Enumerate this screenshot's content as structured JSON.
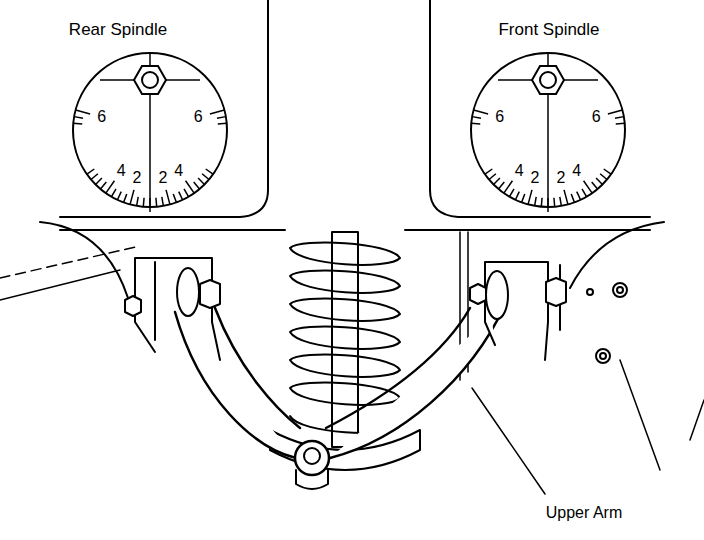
{
  "diagram": {
    "labels": [
      "Rear Spindle",
      "Front Spindle",
      "6",
      "6",
      "4",
      "2",
      "2",
      "4",
      "6",
      "6",
      "4",
      "2",
      "2",
      "4",
      "Upper Arm"
    ]
  }
}
